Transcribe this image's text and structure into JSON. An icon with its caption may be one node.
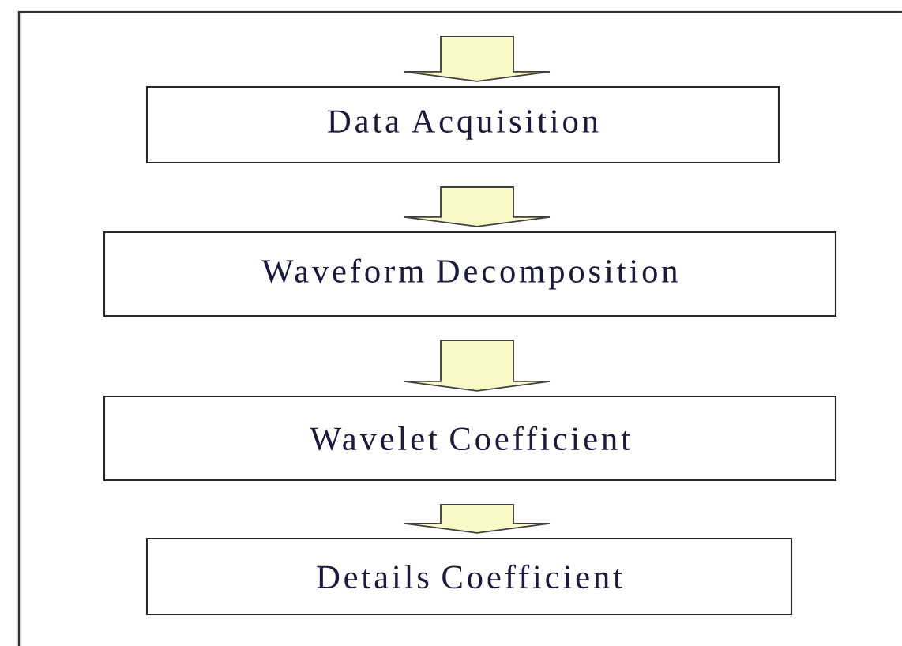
{
  "diagram": {
    "nodes": [
      {
        "text": [
          "Data Acquisition"
        ]
      },
      {
        "text": [
          "Waveform Decomposition"
        ]
      },
      {
        "text": [
          "Wavelet Coefficient"
        ]
      },
      {
        "text": [
          "Details Coefficient"
        ]
      }
    ],
    "edges": [
      {
        "from": null,
        "to": 0,
        "arrow": "to"
      },
      {
        "from": 0,
        "to": 1,
        "arrow": "to"
      },
      {
        "from": 1,
        "to": 2,
        "arrow": "to"
      },
      {
        "from": 2,
        "to": 3,
        "arrow": "to"
      }
    ]
  }
}
